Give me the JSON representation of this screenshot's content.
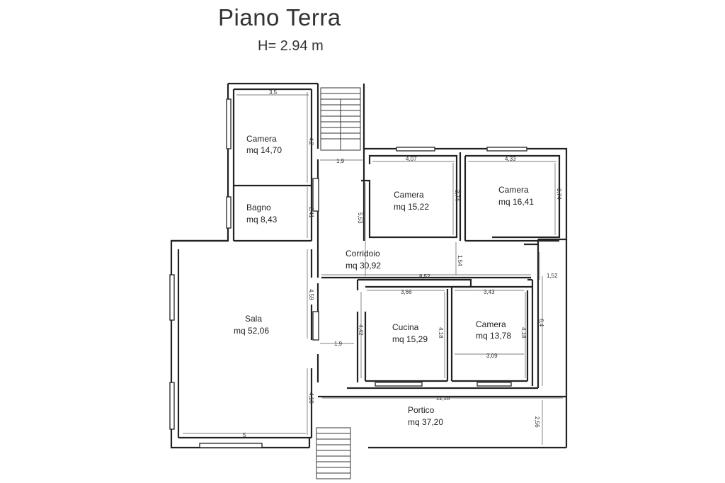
{
  "header": {
    "title": "Piano Terra",
    "subtitle": "H= 2.94 m"
  },
  "rooms": [
    {
      "name": "Camera",
      "area": "mq 14,70"
    },
    {
      "name": "Bagno",
      "area": "mq 8,43"
    },
    {
      "name": "Camera",
      "area": "mq 15,22"
    },
    {
      "name": "Camera",
      "area": "mq 16,41"
    },
    {
      "name": "Corridoio",
      "area": "mq 30,92"
    },
    {
      "name": "Sala",
      "area": "mq 52,06"
    },
    {
      "name": "Cucina",
      "area": "mq 15,29"
    },
    {
      "name": "Camera",
      "area": "mq 13,78"
    },
    {
      "name": "Portico",
      "area": "mq 37,20"
    }
  ],
  "dimensions": {
    "camera1_width": "3,5",
    "camera1_height": "4,2",
    "passage_width": "1,9",
    "bagno_height": "2,41",
    "sala_height_upper": "4,59",
    "sala_height_lower": "4,18",
    "sala_width": "5",
    "camera3_width": "4,07",
    "camera3_height": "3,74",
    "camera4_width": "4,33",
    "camera4_height": "3,74",
    "corr_height": "5,53",
    "corr_small": "1,54",
    "corr_length": "8,52",
    "right_small": "1,52",
    "cucina_width": "3,66",
    "cucina_height": "4,18",
    "cucina_side": "4,42",
    "passage2_width": "1,9",
    "camera5_width": "3,43",
    "camera5_inner": "3,09",
    "camera5_height": "4,18",
    "right_total": "6,4",
    "portico_length": "11,18",
    "portico_height": "2,56"
  }
}
